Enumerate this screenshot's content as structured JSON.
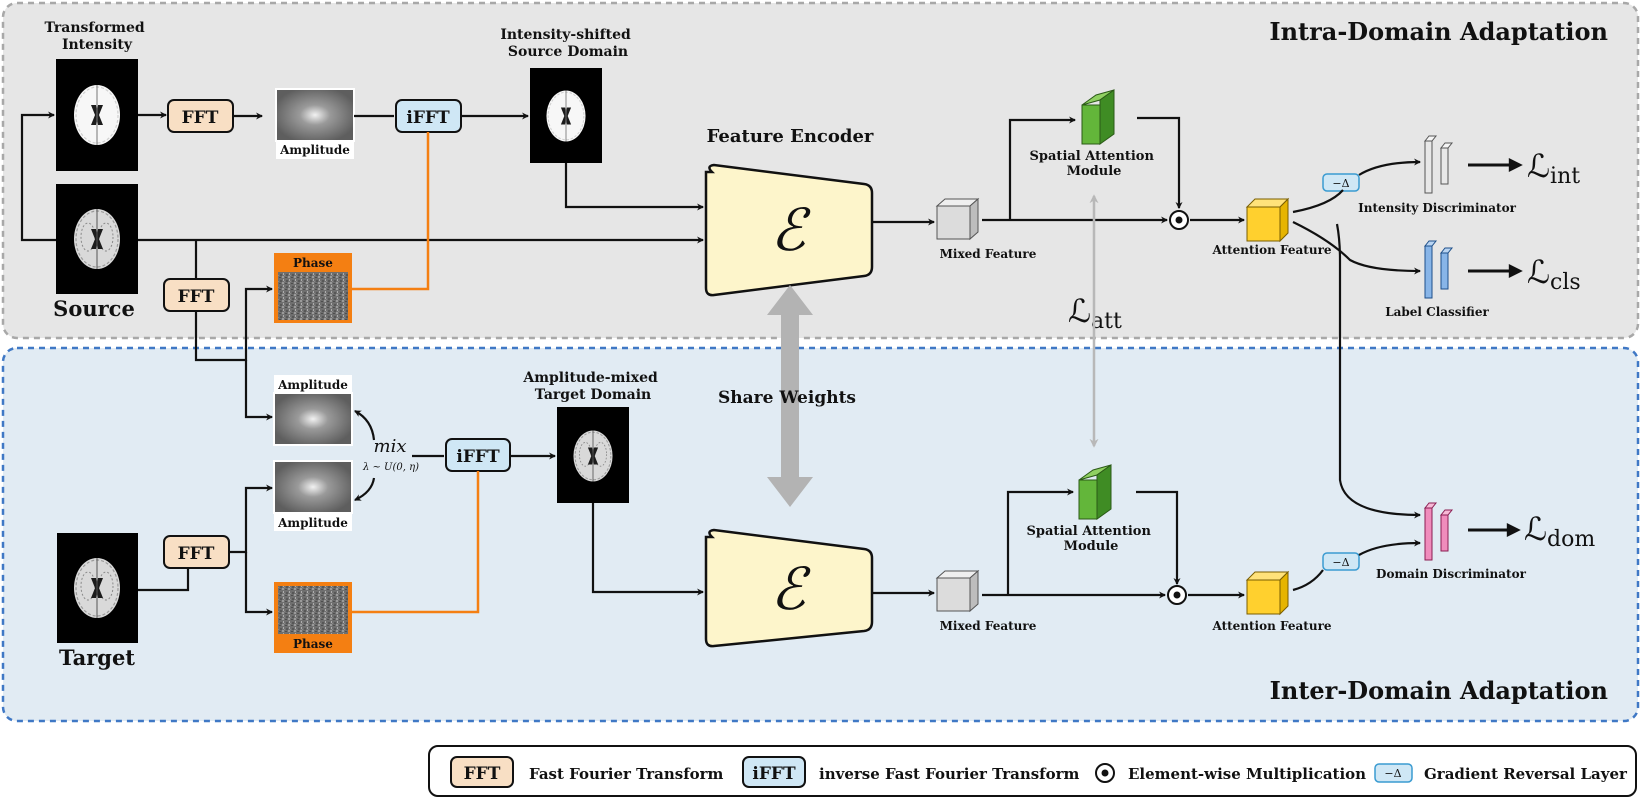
{
  "panels": {
    "intra_title": "Intra-Domain Adaptation",
    "inter_title": "Inter-Domain Adaptation"
  },
  "labels": {
    "transformed_intensity_1": "Transformed",
    "transformed_intensity_2": "Intensity",
    "intensity_shifted_1": "Intensity-shifted",
    "intensity_shifted_2": "Source Domain",
    "amplitude_mixed_1": "Amplitude-mixed",
    "amplitude_mixed_2": "Target Domain",
    "source": "Source",
    "target": "Target",
    "feature_encoder": "Feature Encoder",
    "share_weights": "Share Weights",
    "amplitude": "Amplitude",
    "phase": "Phase",
    "mix": "mix",
    "lambda_dist": "λ ~ U(0, η)",
    "mixed_feature": "Mixed Feature",
    "attention_feature": "Attention Feature",
    "spatial_attention_1": "Spatial Attention",
    "spatial_attention_2": "Module",
    "intensity_discriminator": "Intensity Discriminator",
    "label_classifier": "Label Classifier",
    "domain_discriminator": "Domain Discriminator",
    "encoder_symbol": "ℰ",
    "grl_symbol": "−Δ",
    "loss_int_base": "ℒ",
    "loss_int_sub": "int",
    "loss_cls_base": "ℒ",
    "loss_cls_sub": "cls",
    "loss_dom_base": "ℒ",
    "loss_dom_sub": "dom",
    "loss_att_base": "ℒ",
    "loss_att_sub": "att"
  },
  "ops": {
    "fft": "FFT",
    "ifft": "iFFT",
    "multiply": "⊙"
  },
  "legend": {
    "fft_box": "FFT",
    "fft_text": "Fast Fourier Transform",
    "ifft_box": "iFFT",
    "ifft_text": "inverse Fast Fourier Transform",
    "mult_text": "Element-wise Multiplication",
    "grl_box": "−Δ",
    "grl_text": "Gradient Reversal Layer"
  },
  "colors": {
    "intra_bg": "#e6e6e6",
    "inter_bg": "#e1ebf3",
    "fft_fill": "#f8dfc4",
    "ifft_fill": "#cfe7f5",
    "encoder_fill": "#fdf5cb",
    "phase_orange": "#f47f12",
    "attention_green": "#63b63a",
    "attention_yellow": "#ffd02e",
    "classifier_blue": "#88b5e8",
    "discriminator_pink": "#f08cbc"
  }
}
